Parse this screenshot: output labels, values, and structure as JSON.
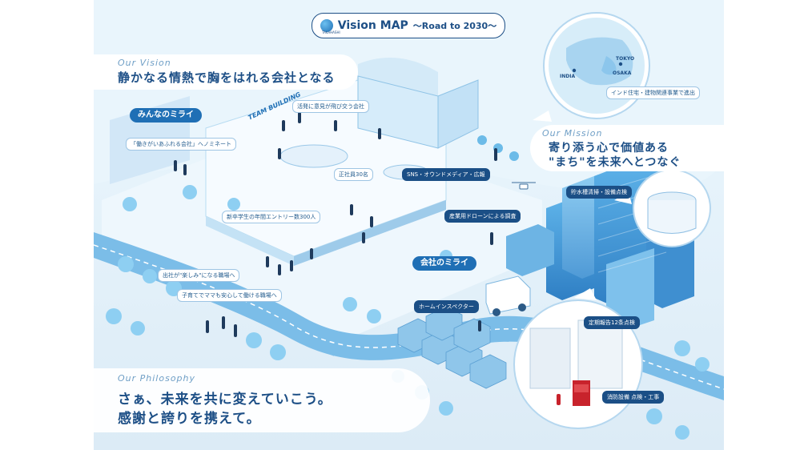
{
  "title": {
    "main": "Vision MAP",
    "sub": "～Road to 2030～",
    "logo_text": "TAKAHASHI"
  },
  "vision": {
    "heading_en": "Our Vision",
    "statement": "静かなる情熱で胸をはれる会社となる"
  },
  "mission": {
    "heading_en": "Our Mission",
    "line1": "寄り添う心で価値ある",
    "line2": "\"まち\"を未来へとつなぐ"
  },
  "philosophy": {
    "heading_en": "Our Philosophy",
    "line1": "さぁ、未来を共に変えていこう。",
    "line2": "感謝と誇りを携えて。"
  },
  "section_tags": {
    "everyone_future": "みんなのミライ",
    "company_future": "会社のミライ"
  },
  "globe": {
    "labels": [
      "TOKYO",
      "OSAKA",
      "INDIA"
    ],
    "caption": "インド住宅・建物関連事業で進出"
  },
  "callouts": {
    "team_building": "TEAM BUILDING",
    "lively_ideas": "活発に意見が飛び交う会社",
    "rewarding_company": "「働きがいあふれる会社」へノミネート",
    "employees": "正社員30名",
    "new_grad_entries": "新卒学生の年間エントリー数300人",
    "sns_media": "SNS・オウンドメディア・広報",
    "drone_survey": "産業用ドローンによる調査",
    "water_tank": "貯水槽清掃・設備点検",
    "fun_workplace": "出社が\"楽しみ\"になる職場へ",
    "parenting": "子育てでママも安心して働ける職場へ",
    "home_inspector": "ホームインスペクター",
    "periodic_report": "定期報告12条点検",
    "fire_equipment": "消防設備 点検・工事"
  },
  "colors": {
    "navy": "#1d4f86",
    "accent_blue": "#1f6fb5",
    "sky": "#d8ecf8",
    "road": "#6fb3e0",
    "building": "#4a9fde"
  },
  "icons": [
    "logo-icon",
    "globe-icon",
    "tree-icon",
    "building-icon",
    "drone-icon",
    "van-icon",
    "water-tank-icon",
    "house-icon",
    "fire-extinguisher-icon"
  ]
}
